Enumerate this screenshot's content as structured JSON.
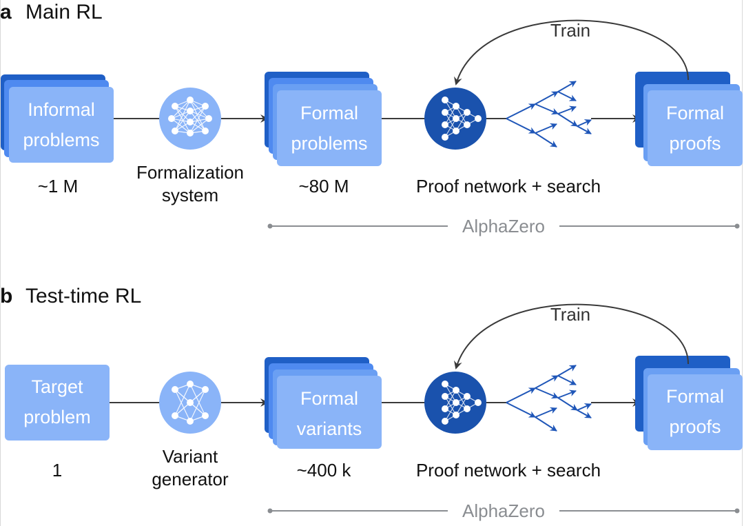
{
  "colors": {
    "card_back": "#1f5fc6",
    "card_mid": "#4f8af0",
    "card_front": "#8ab4f8",
    "light_circle": "#8ab4f8",
    "dark_circle": "#1a52ad",
    "tree": "#1f56b8",
    "line": "#3a3a3a",
    "alpha_line": "#8a8d91"
  },
  "panels": [
    {
      "letter": "a",
      "title": "Main RL",
      "source_card": {
        "lines": [
          "Informal",
          "problems"
        ],
        "count": "~1 M",
        "stacked": true
      },
      "generator": {
        "label_lines": [
          "Formalization",
          "system"
        ],
        "icon": "neural-network-icon"
      },
      "formal_card": {
        "lines": [
          "Formal",
          "problems"
        ],
        "count": "~80 M"
      },
      "proof_network": {
        "label": "Proof network + search",
        "icon": "proof-network-icon"
      },
      "search_tree": {
        "icon": "search-tree-icon"
      },
      "output_card": {
        "lines": [
          "Formal",
          "proofs"
        ]
      },
      "train_label": "Train",
      "alphazero_label": "AlphaZero"
    },
    {
      "letter": "b",
      "title": "Test-time RL",
      "source_card": {
        "lines": [
          "Target",
          "problem"
        ],
        "count": "1",
        "stacked": false
      },
      "generator": {
        "label_lines": [
          "Variant",
          "generator"
        ],
        "icon": "neural-network-icon"
      },
      "formal_card": {
        "lines": [
          "Formal",
          "variants"
        ],
        "count": "~400 k"
      },
      "proof_network": {
        "label": "Proof network + search",
        "icon": "proof-network-icon"
      },
      "search_tree": {
        "icon": "search-tree-icon"
      },
      "output_card": {
        "lines": [
          "Formal",
          "proofs"
        ]
      },
      "train_label": "Train",
      "alphazero_label": "AlphaZero"
    }
  ]
}
